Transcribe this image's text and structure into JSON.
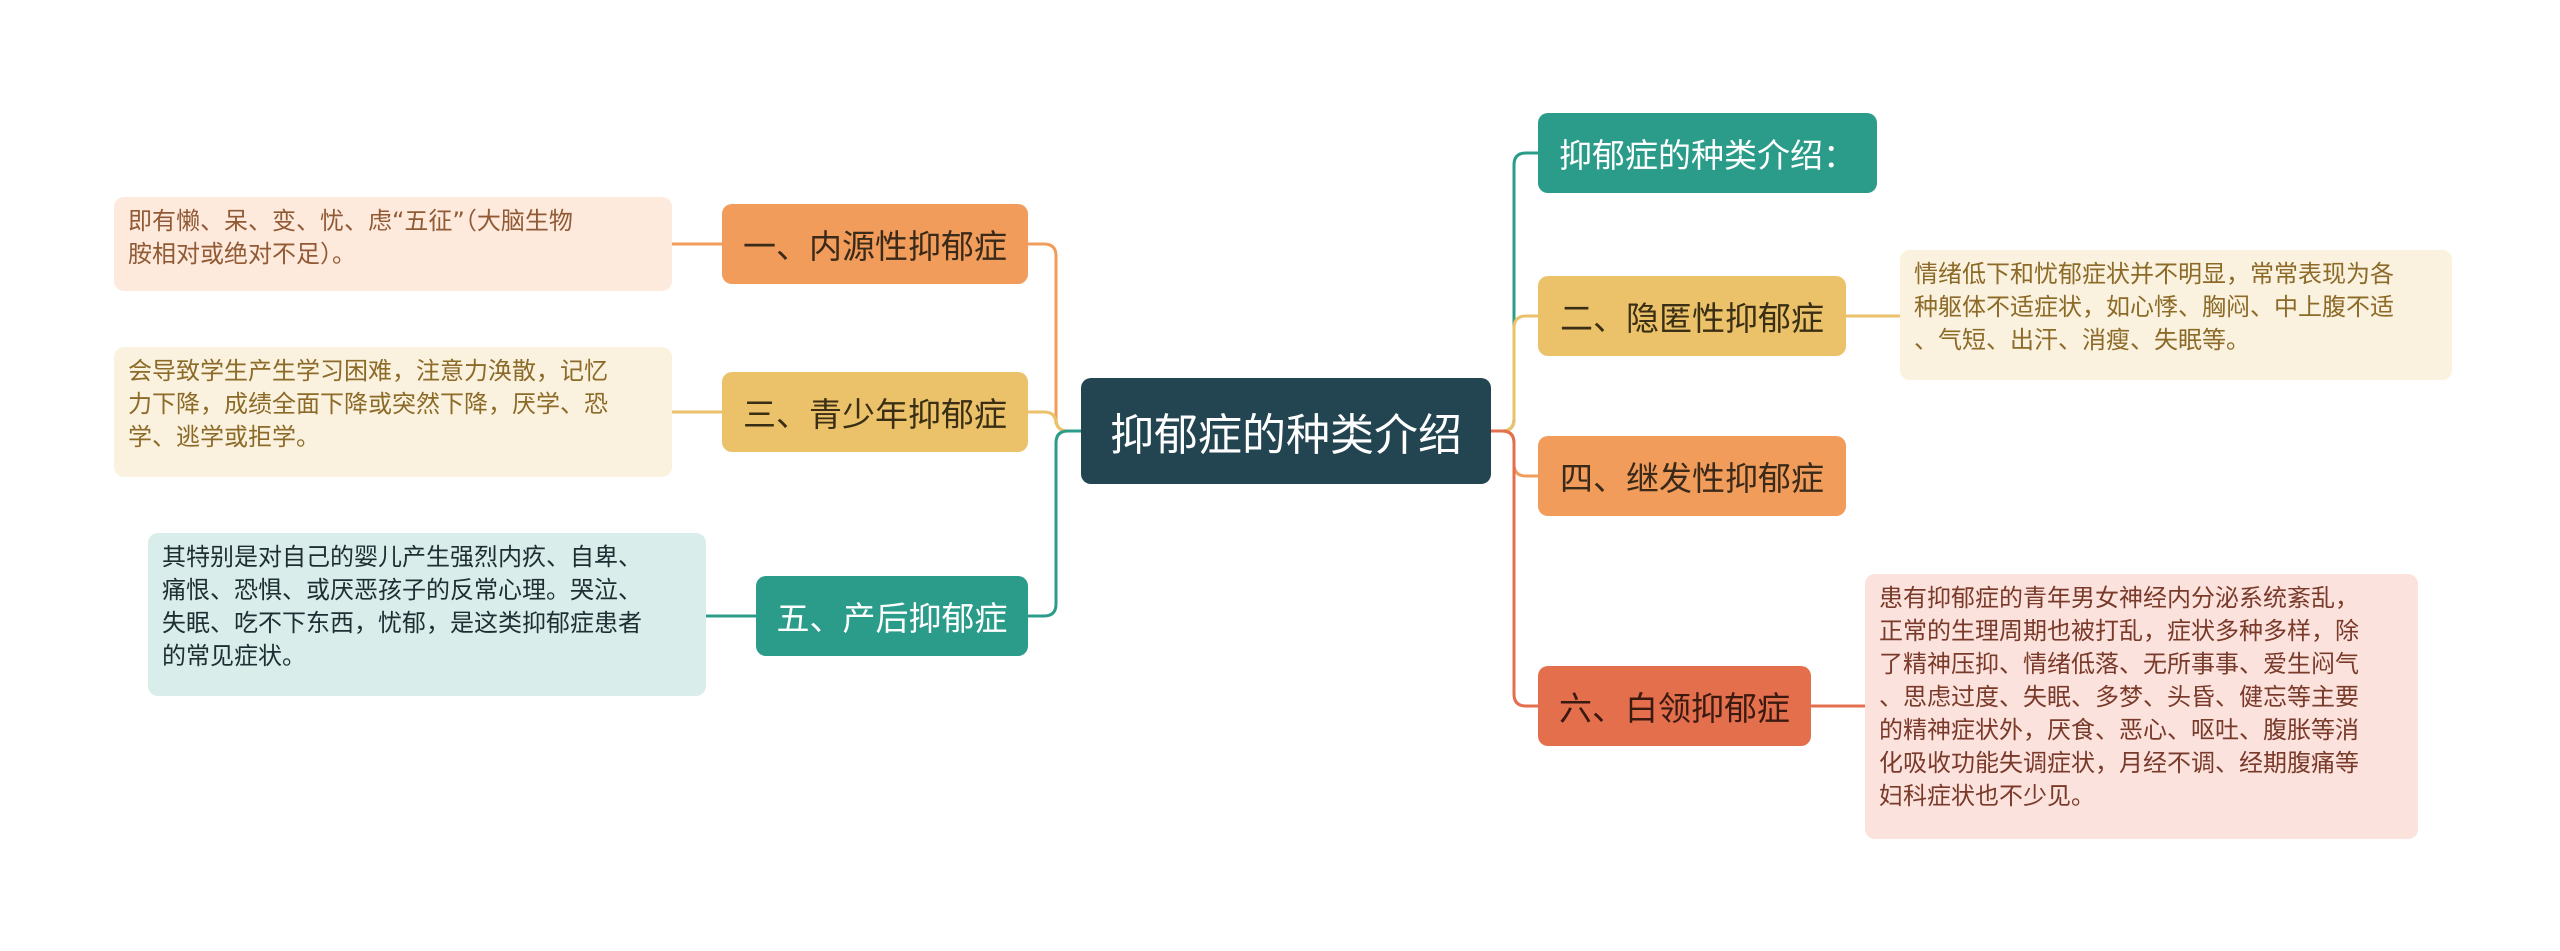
{
  "root": {
    "title": "抑郁症的种类介绍"
  },
  "right": {
    "intro": "抑郁症的种类介绍：",
    "type2": {
      "label": "二、隐匿性抑郁症",
      "desc": "情绪低下和忧郁症状并不明显，常常表现为各\n种躯体不适症状，如心悸、胸闷、中上腹不适\n、气短、出汗、消瘦、失眠等。"
    },
    "type4": {
      "label": "四、继发性抑郁症"
    },
    "type6": {
      "label": "六、白领抑郁症",
      "desc": "患有抑郁症的青年男女神经内分泌系统紊乱，\n正常的生理周期也被打乱，症状多种多样，除\n了精神压抑、情绪低落、无所事事、爱生闷气\n、思虑过度、失眠、多梦、头昏、健忘等主要\n的精神症状外，厌食、恶心、呕吐、腹胀等消\n化吸收功能失调症状，月经不调、经期腹痛等\n妇科症状也不少见。"
    }
  },
  "left": {
    "type1": {
      "label": "一、内源性抑郁症",
      "desc": "即有懒、呆、变、忧、虑“五征”（大脑生物\n胺相对或绝对不足）。"
    },
    "type3": {
      "label": "三、青少年抑郁症",
      "desc": "会导致学生产生学习困难，注意力涣散，记忆\n力下降，成绩全面下降或突然下降，厌学、恐\n学、逃学或拒学。"
    },
    "type5": {
      "label": "五、产后抑郁症",
      "desc": "其特别是对自己的婴儿产生强烈内疚、自卑、\n痛恨、恐惧、或厌恶孩子的反常心理。哭泣、\n失眠、吃不下东西，忧郁，是这类抑郁症患者\n的常见症状。"
    }
  },
  "colors": {
    "root": "#234451",
    "orange": "#f19c5a",
    "yellow": "#ebc26a",
    "teal": "#2a9c89",
    "red": "#e46f4d"
  }
}
